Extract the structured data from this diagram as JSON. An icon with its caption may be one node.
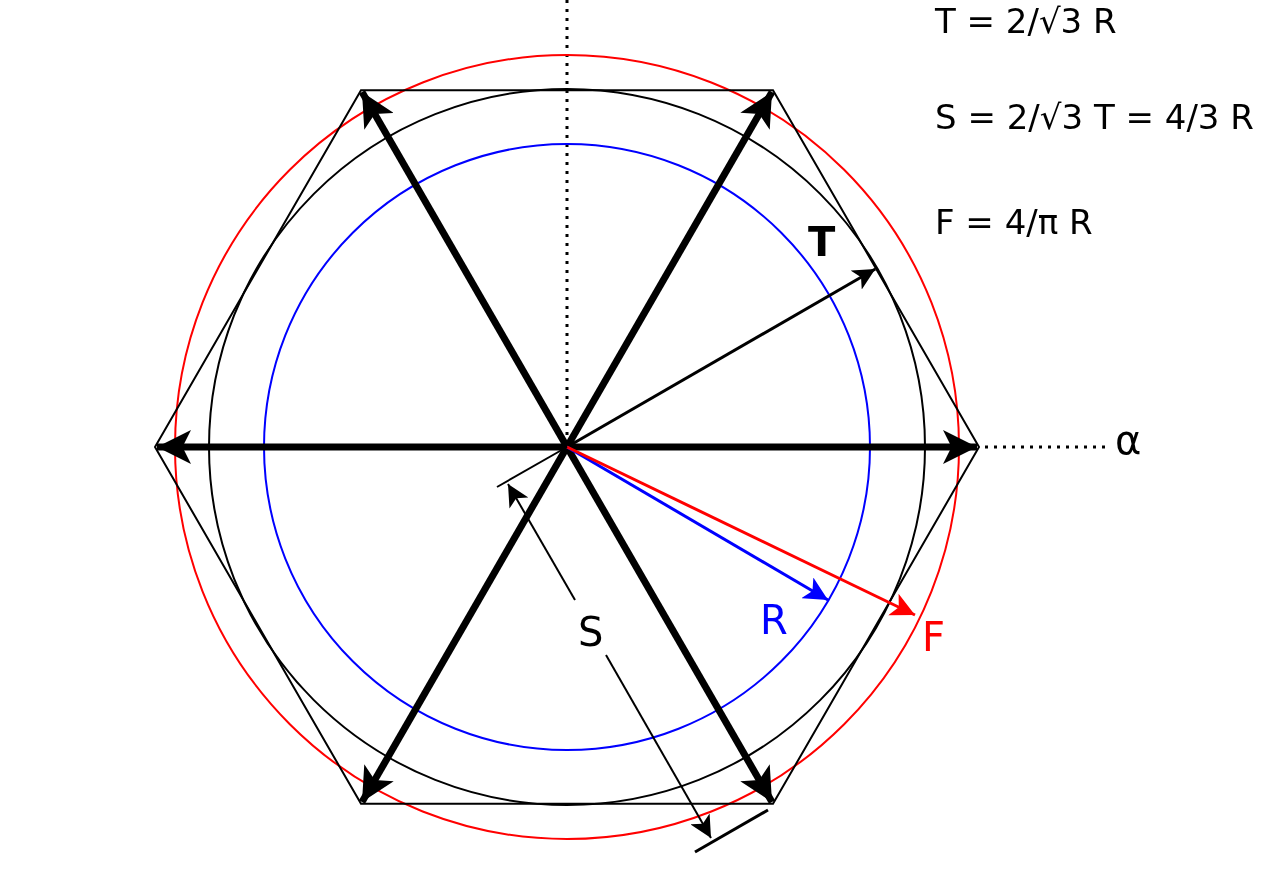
{
  "diagram": {
    "labels": [
      "T = 2/√3 R",
      "S = 2/√3 T = 4/3 R",
      "F = 4/π R",
      "T",
      "α",
      "R",
      "F",
      "S"
    ]
  }
}
